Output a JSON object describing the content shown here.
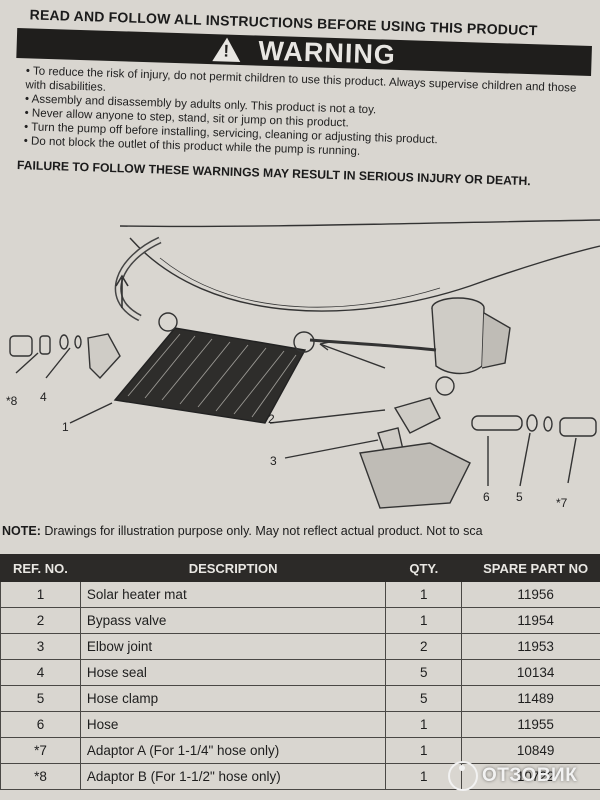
{
  "warning": {
    "heading": "READ AND FOLLOW ALL INSTRUCTIONS BEFORE USING THIS PRODUCT",
    "banner": "WARNING",
    "banner_symbol": "!",
    "bullets": [
      "To reduce the risk of injury, do not permit children to use this product. Always supervise children and those with disabilities.",
      "Assembly and disassembly by adults only. This product is not a toy.",
      "Never allow anyone to step, stand, sit or jump on this product.",
      "Turn the pump off before installing, servicing, cleaning or adjusting this product.",
      "Do not block the outlet of this product while the pump is running."
    ],
    "failure": "FAILURE TO FOLLOW THESE WARNINGS MAY RESULT IN SERIOUS INJURY OR DEATH."
  },
  "diagram": {
    "callouts": [
      "*8",
      "4",
      "1",
      "2",
      "3",
      "6",
      "5",
      "*7"
    ]
  },
  "note": {
    "label": "NOTE:",
    "text": "Drawings for illustration purpose only. May not reflect actual product. Not to sca"
  },
  "parts_table": {
    "headers": [
      "REF. NO.",
      "DESCRIPTION",
      "QTY.",
      "SPARE PART NO"
    ],
    "rows": [
      {
        "ref": "1",
        "desc": "Solar heater mat",
        "qty": "1",
        "part": "11956"
      },
      {
        "ref": "2",
        "desc": "Bypass valve",
        "qty": "1",
        "part": "11954"
      },
      {
        "ref": "3",
        "desc": "Elbow joint",
        "qty": "2",
        "part": "11953"
      },
      {
        "ref": "4",
        "desc": "Hose seal",
        "qty": "5",
        "part": "10134"
      },
      {
        "ref": "5",
        "desc": "Hose clamp",
        "qty": "5",
        "part": "11489"
      },
      {
        "ref": "6",
        "desc": "Hose",
        "qty": "1",
        "part": "11955"
      },
      {
        "ref": "*7",
        "desc": "Adaptor A (For 1-1/4\" hose only)",
        "qty": "1",
        "part": "10849"
      },
      {
        "ref": "*8",
        "desc": "Adaptor B (For 1-1/2\" hose only)",
        "qty": "1",
        "part": "10722"
      }
    ]
  },
  "watermark": {
    "text": "ОТЗОВИК"
  }
}
